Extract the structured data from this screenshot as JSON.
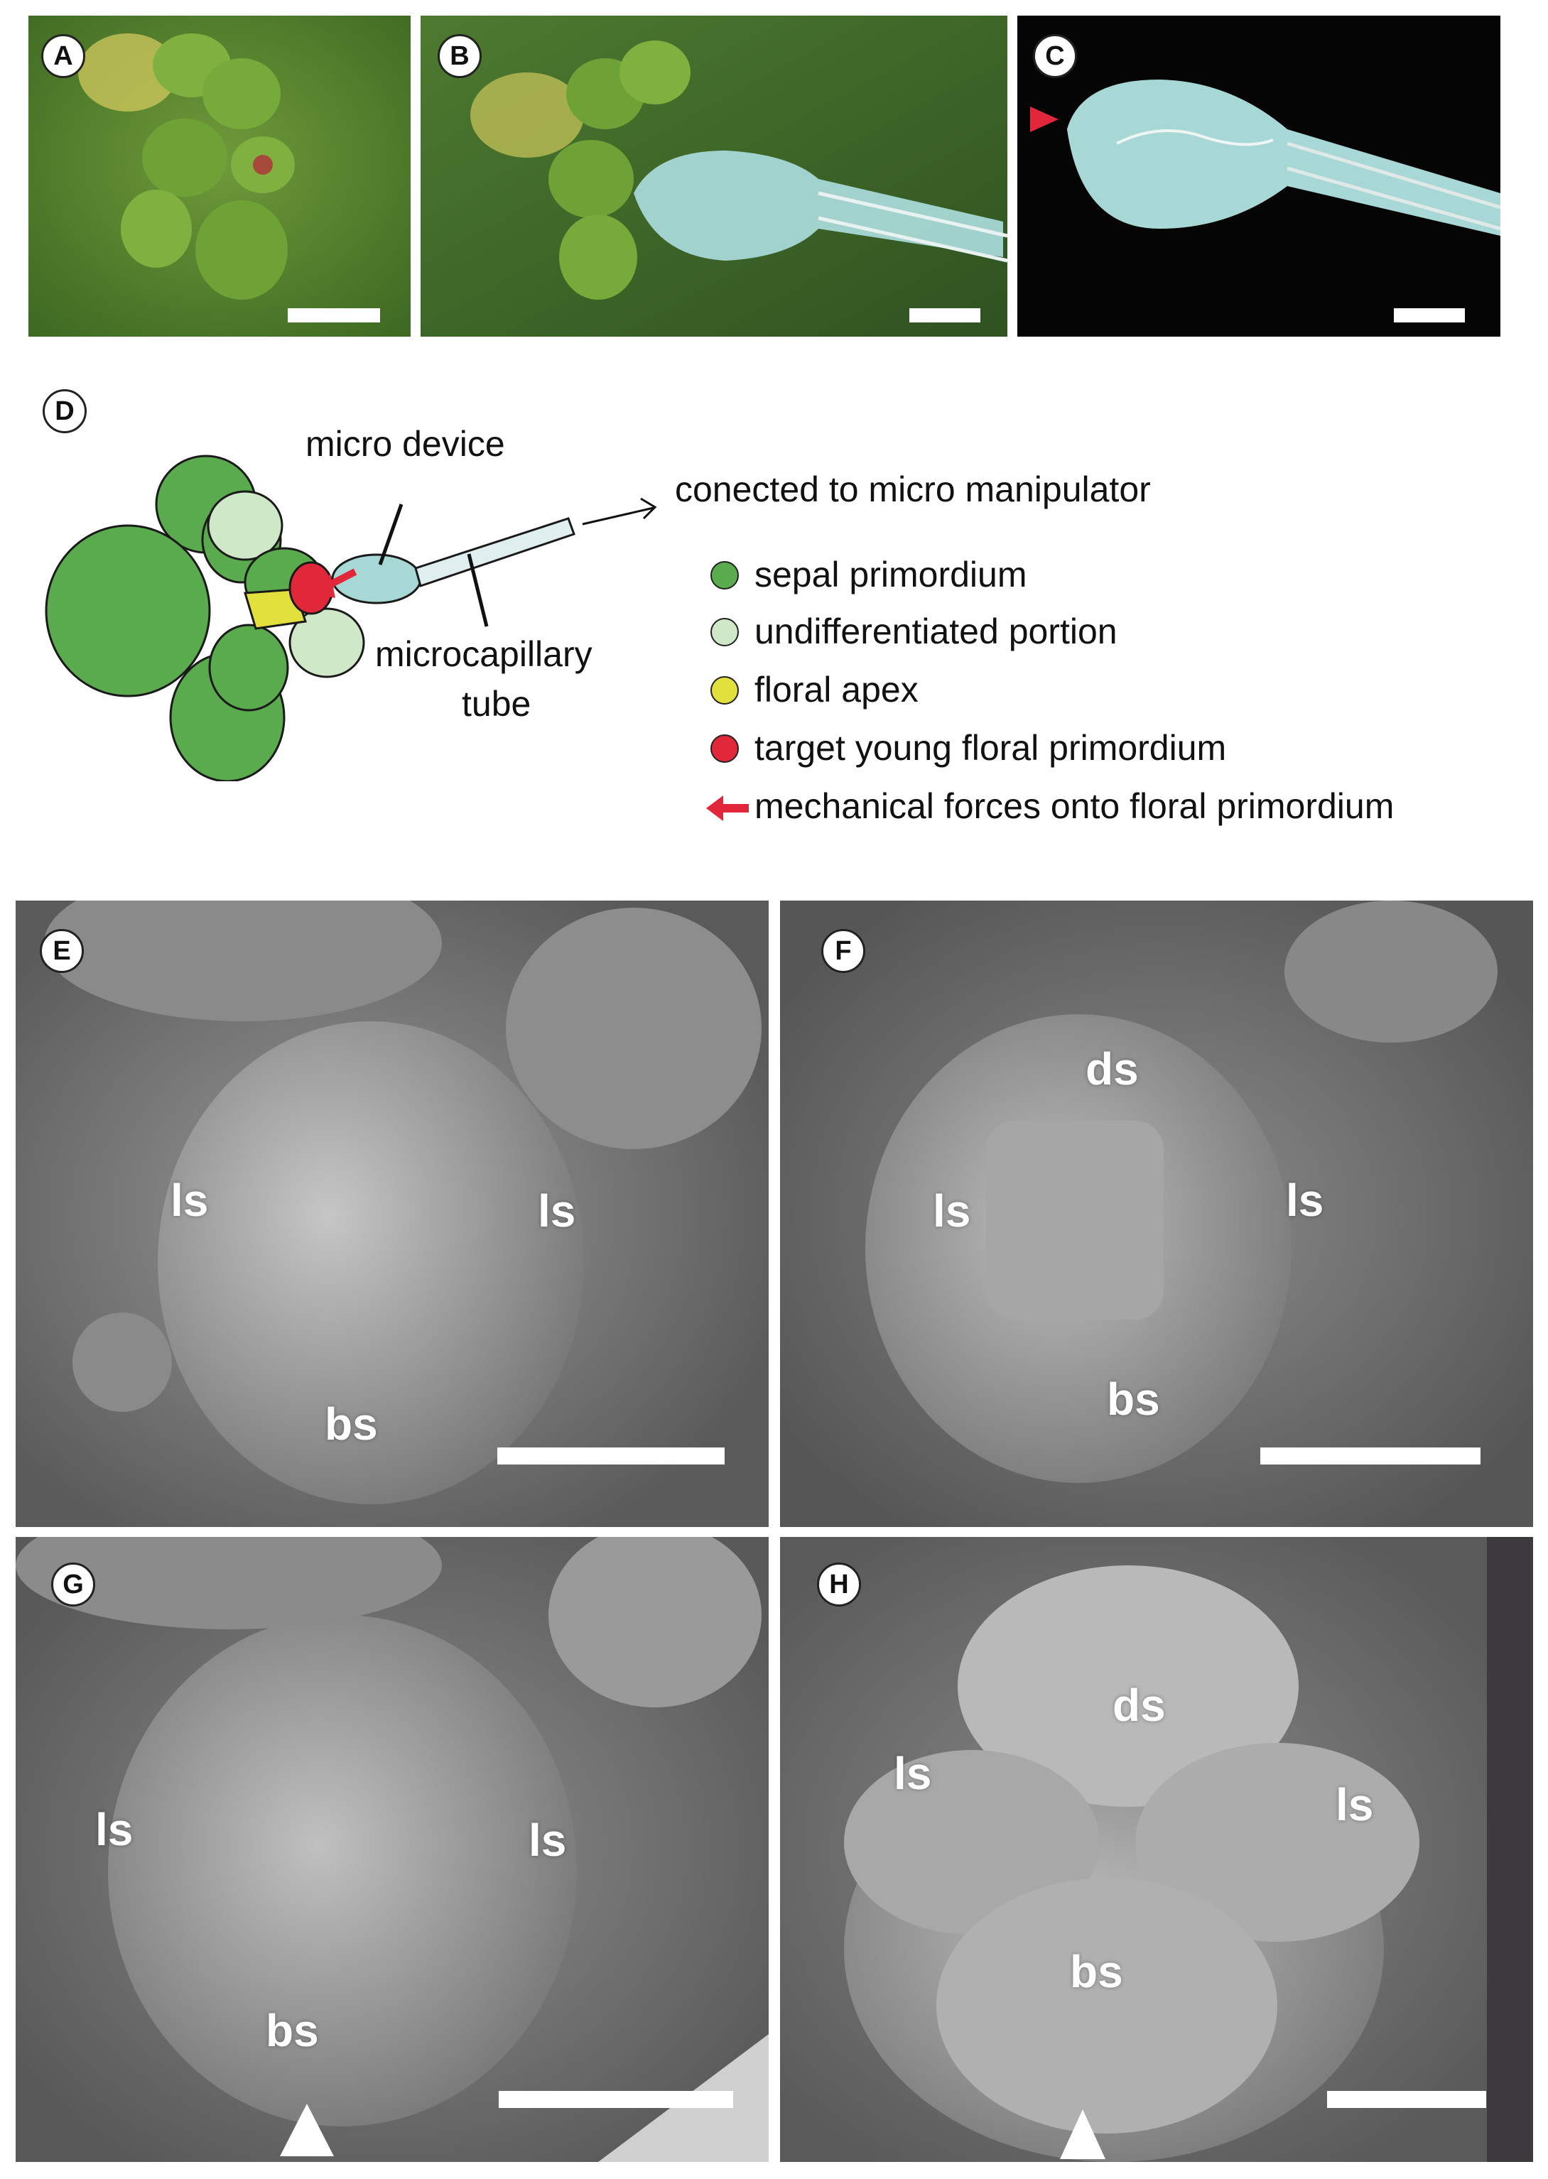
{
  "panels": {
    "a": {
      "label": "A"
    },
    "b": {
      "label": "B"
    },
    "c": {
      "label": "C"
    },
    "d": {
      "label": "D"
    },
    "e": {
      "label": "E",
      "labels": [
        "ls",
        "ls",
        "bs"
      ]
    },
    "f": {
      "label": "F",
      "labels": [
        "ds",
        "ls",
        "ls",
        "bs"
      ]
    },
    "g": {
      "label": "G",
      "labels": [
        "ls",
        "ls",
        "bs"
      ]
    },
    "h": {
      "label": "H",
      "labels": [
        "ds",
        "ls",
        "ls",
        "bs"
      ]
    }
  },
  "diagram": {
    "micro_device": "micro device",
    "microcapillary_line1": "microcapillary",
    "microcapillary_line2": "tube",
    "connected": "conected to micro manipulator"
  },
  "legend": [
    {
      "text": "sepal primordium",
      "color": "#5aaa4e"
    },
    {
      "text": "undifferentiated portion",
      "color": "#cfe8c8"
    },
    {
      "text": "floral apex",
      "color": "#e2e03c"
    },
    {
      "text": "target young floral primordium",
      "color": "#e0283a"
    },
    {
      "text": "mechanical forces onto floral primordium",
      "color": "#e0283a"
    }
  ],
  "colors": {
    "sepal": "#5aaa4e",
    "undiff": "#cfe8c8",
    "apex": "#e2e03c",
    "target": "#e0283a",
    "device": "#a8d8d6"
  }
}
